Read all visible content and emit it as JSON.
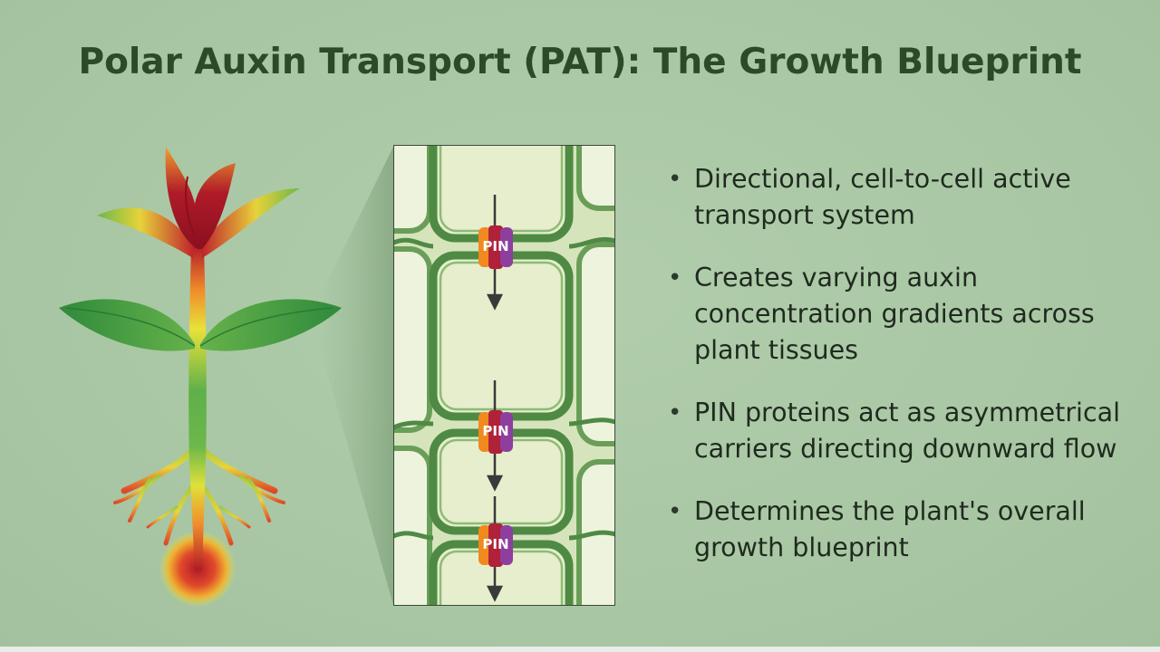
{
  "title": "Polar Auxin Transport (PAT): The Growth Blueprint",
  "pin_label": "PIN",
  "bullets": [
    {
      "text": "Directional, cell-to-cell active transport system"
    },
    {
      "text": "Creates varying auxin concentration gradients across plant tissues"
    },
    {
      "text": "PIN proteins act as asymmetrical carriers directing downward flow"
    },
    {
      "text": "Determines the plant's overall growth blueprint"
    }
  ],
  "colors": {
    "background": "#a9c7a4",
    "title": "#2b4a27",
    "cell_wall": "#5f9550",
    "cell_interior": "#e3ecc8",
    "auxin_high": "#b01a28",
    "auxin_mid": "#f08c2a",
    "auxin_low": "#e7e23a",
    "leaf": "#3f9a44",
    "pin_left": "#f08a1e",
    "pin_mid": "#b0213a",
    "pin_right": "#8e3f9e"
  },
  "icons": {
    "plant": "plant-illustration",
    "transport_arrow": "down-arrow-icon",
    "pin_protein": "pin-carrier-icon"
  }
}
